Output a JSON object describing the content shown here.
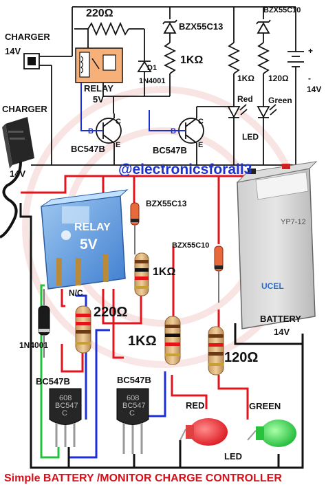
{
  "top_schematic": {
    "charger_label": "CHARGER",
    "charger_voltage": "14V",
    "r_top": "220Ω",
    "relay_label": "RELAY",
    "relay_voltage": "5V",
    "diode_ref": "D1",
    "diode_part": "1N4001",
    "zener_1": "BZX55C13",
    "zener_2": "BZX55C10",
    "r_1k_a": "1KΩ",
    "r_1k_b": "1KΩ",
    "r_120": "120Ω",
    "led_red": "Red",
    "led_green": "Green",
    "led_label": "LED",
    "transistor_1": "BC547B",
    "transistor_2": "BC547B",
    "pin_b": "B",
    "pin_c": "C",
    "pin_e": "E",
    "battery_plus": "+",
    "battery_minus": "-",
    "battery_voltage": "14V"
  },
  "photo_section": {
    "charger_label": "CHARGER",
    "charger_voltage": "14V",
    "watermark": "@electronicsforall3",
    "relay_brand": "RELAY",
    "relay_voltage": "5V",
    "nc_label": "N/C",
    "zener_1": "BZX55C13",
    "zener_2": "BZX55C10",
    "r_1k_a": "1KΩ",
    "r_1k_b": "1KΩ",
    "r_220": "220Ω",
    "r_120": "120Ω",
    "diode_part": "1N4001",
    "battery_label": "BATTERY",
    "battery_voltage": "14V",
    "battery_brand": "UCEL",
    "battery_model": "YP7-12",
    "transistor_1": "BC547B",
    "transistor_2": "BC547B",
    "tr_marking_1": "608",
    "tr_marking_2": "BC547",
    "tr_marking_3": "C",
    "led_red": "RED",
    "led_green": "GREEN",
    "led_label": "LED"
  },
  "footer": {
    "title": "Simple BATTERY /MONITOR CHARGE CONTROLLER"
  },
  "colors": {
    "wire_red": "#e3141c",
    "wire_blue": "#1c2fd6",
    "wire_green": "#20c43a",
    "wire_black": "#111111",
    "footer_text": "#d4101a",
    "watermark_text": "#1d33c9"
  }
}
